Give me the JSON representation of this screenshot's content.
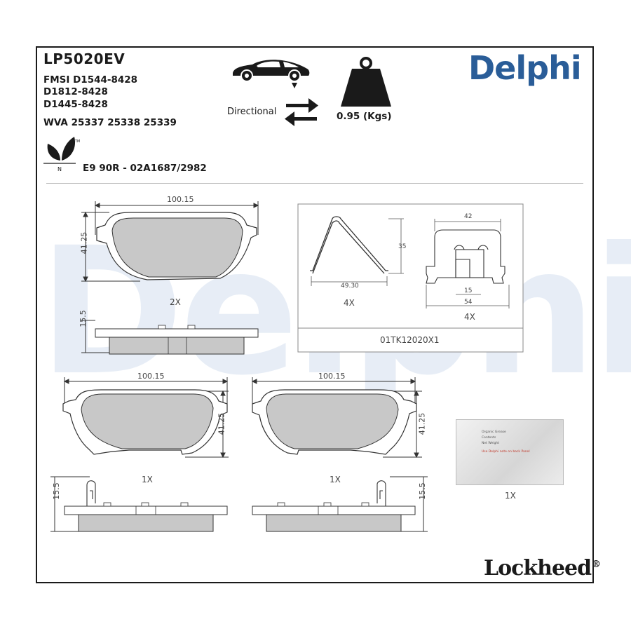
{
  "product": {
    "part_number": "LP5020EV",
    "fmsi_lines": [
      "FMSI D1544-8428",
      "D1812-8428",
      "D1445-8428"
    ],
    "wva": "WVA 25337 25338 25339",
    "approval": "E9 90R - 02A1687/2982",
    "directional_label": "Directional",
    "weight": "0.95 (Kgs)"
  },
  "brands": {
    "main": "Delphi",
    "secondary": "Lockheed",
    "secondary_mark": "®",
    "watermark": "Delphi",
    "brand_color": "#2a5d98"
  },
  "icons": {
    "car": "car-front-axle-icon",
    "arrows": "directional-arrows-icon",
    "weight": "weight-icon",
    "eco": "eco-leaf-icon"
  },
  "eco_mark": {
    "letter": "N",
    "tm": "TM"
  },
  "top_pad": {
    "width": "100.15",
    "height": "41.25",
    "thickness": "15.5",
    "quantity": "2X"
  },
  "kit": {
    "spring_width": "49.30",
    "spring_height": "35",
    "spring_qty": "4X",
    "clip_width": "42",
    "clip_inner": "15",
    "clip_base": "54",
    "clip_qty": "4X",
    "kit_code": "01TK12020X1"
  },
  "left_pad": {
    "width": "100.15",
    "height": "41.25",
    "thickness": "15.5",
    "quantity": "1X"
  },
  "right_pad": {
    "width": "100.15",
    "height": "41.25",
    "thickness": "15.5",
    "quantity": "1X"
  },
  "grease": {
    "quantity": "1X",
    "lines": [
      "Organic Grease",
      "Contents",
      "Net Weight",
      "Use Delphi note on back Panel"
    ]
  }
}
